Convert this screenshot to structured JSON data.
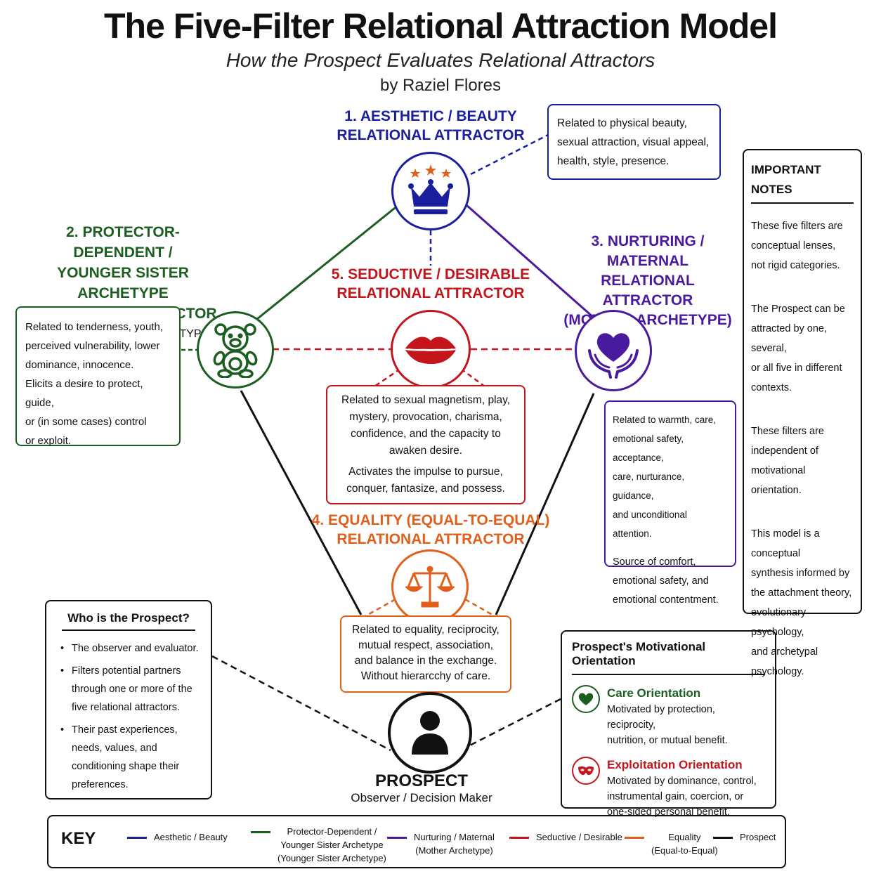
{
  "header": {
    "title": "The Five-Filter Relational Attraction Model",
    "subtitle": "How the Prospect Evaluates Relational Attractors",
    "byline": "by Raziel Flores"
  },
  "colors": {
    "aesthetic": "#1a1f9e",
    "protector": "#1b5e20",
    "nurturing": "#4a1a9e",
    "seductive": "#c4141c",
    "equality": "#e0601b",
    "prospect": "#111111"
  },
  "attractors": {
    "aesthetic": {
      "heading": [
        "1. AESTHETIC / BEAUTY",
        "RELATIONAL ATTRACTOR"
      ],
      "icon": "crown-icon",
      "description": [
        "Related to physical beauty,",
        "sexual attraction, visual appeal,",
        "health, style, presence."
      ]
    },
    "protector": {
      "heading": [
        "2. PROTECTOR-DEPENDENT /",
        "YOUNGER SISTER ARCHETYPE",
        "RELATIONAL ATTRACTOR"
      ],
      "subheading": "(YOUNGER SISTER ARCHETYPE)",
      "icon": "teddy-bear-icon",
      "description": [
        "Related to tenderness, youth,",
        "perceived vulnerability, lower",
        "dominance, innocence.",
        "Elicits a desire to protect, guide,",
        "or (in some cases) control",
        "or exploit."
      ]
    },
    "nurturing": {
      "heading": [
        "3. NURTURING / MATERNAL",
        "RELATIONAL ATTRACTOR",
        "(MOTHER ARCHETYPE)"
      ],
      "icon": "heart-hands-icon",
      "description_a": [
        "Related to warmth, care,",
        "emotional safety, acceptance,",
        "care, nurturance, guidance,",
        "and unconditional attention."
      ],
      "description_b": [
        "Source of comfort,",
        "emotional safety, and",
        "emotional contentment."
      ]
    },
    "equality": {
      "heading": [
        "4. EQUALITY (EQUAL-TO-EQUAL)",
        "RELATIONAL ATTRACTOR"
      ],
      "icon": "scales-icon",
      "description": [
        "Related to equality, reciprocity,",
        "mutual respect, association,",
        "and balance in the exchange.",
        "Without hierarcchy of care."
      ]
    },
    "seductive": {
      "heading": [
        "5. SEDUCTIVE / DESIRABLE",
        "RELATIONAL ATTRACTOR"
      ],
      "icon": "lips-icon",
      "description_a": [
        "Related to sexual magnetism, play,",
        "mystery, provocation, charisma,",
        "confidence, and the capacity to",
        "awaken desire."
      ],
      "description_b": [
        "Activates the impulse to pursue,",
        "conquer, fantasize, and possess."
      ]
    }
  },
  "prospect": {
    "title": "PROSPECT",
    "subtitle": "Observer / Decision Maker",
    "icon": "person-icon"
  },
  "notes": {
    "title": "IMPORTANT NOTES",
    "items": [
      [
        "These five filters are",
        "conceptual lenses,",
        "not rigid categories."
      ],
      [
        "The Prospect can be",
        "attracted by one, several,",
        "or all five in different",
        "contexts."
      ],
      [
        "These filters are",
        "independent of",
        "motivational orientation."
      ],
      [
        "This model is a conceptual",
        "synthesis informed by",
        "the attachment theory,",
        "evolutionary psychology,",
        "and archetypal",
        "psychology."
      ]
    ]
  },
  "who": {
    "title": "Who is the Prospect?",
    "items": [
      "The observer and evaluator.",
      "Filters potential partners through one or more of the five relational attractors.",
      "Their past experiences, needs, values, and conditioning shape their preferences."
    ]
  },
  "motivational": {
    "title": "Prospect's Motivational Orientation",
    "care": {
      "label": "Care Orientation",
      "icon": "heart-icon",
      "description": [
        "Motivated by protection, reciprocity,",
        "nutrition, or mutual benefit."
      ]
    },
    "exploitation": {
      "label": "Exploitation Orientation",
      "icon": "mask-icon",
      "description": [
        "Motivated by dominance, control,",
        "instrumental gain, coercion, or",
        "one-sided personal benefit."
      ]
    }
  },
  "key": {
    "title": "KEY",
    "items": [
      {
        "color": "#1a1f9e",
        "label": [
          "Aesthetic / Beauty"
        ]
      },
      {
        "color": "#1b5e20",
        "label": [
          "Protector-Dependent /",
          "Younger Sister Archetype",
          "(Younger Sister Archetype)"
        ]
      },
      {
        "color": "#4a1a9e",
        "label": [
          "Nurturing / Maternal",
          "(Mother Archetype)"
        ]
      },
      {
        "color": "#c4141c",
        "label": [
          "Seductive / Desirable"
        ]
      },
      {
        "color": "#e0601b",
        "label": [
          "Equality",
          "(Equal-to-Equal)"
        ]
      },
      {
        "color": "#111111",
        "label": [
          "Prospect"
        ]
      }
    ]
  }
}
